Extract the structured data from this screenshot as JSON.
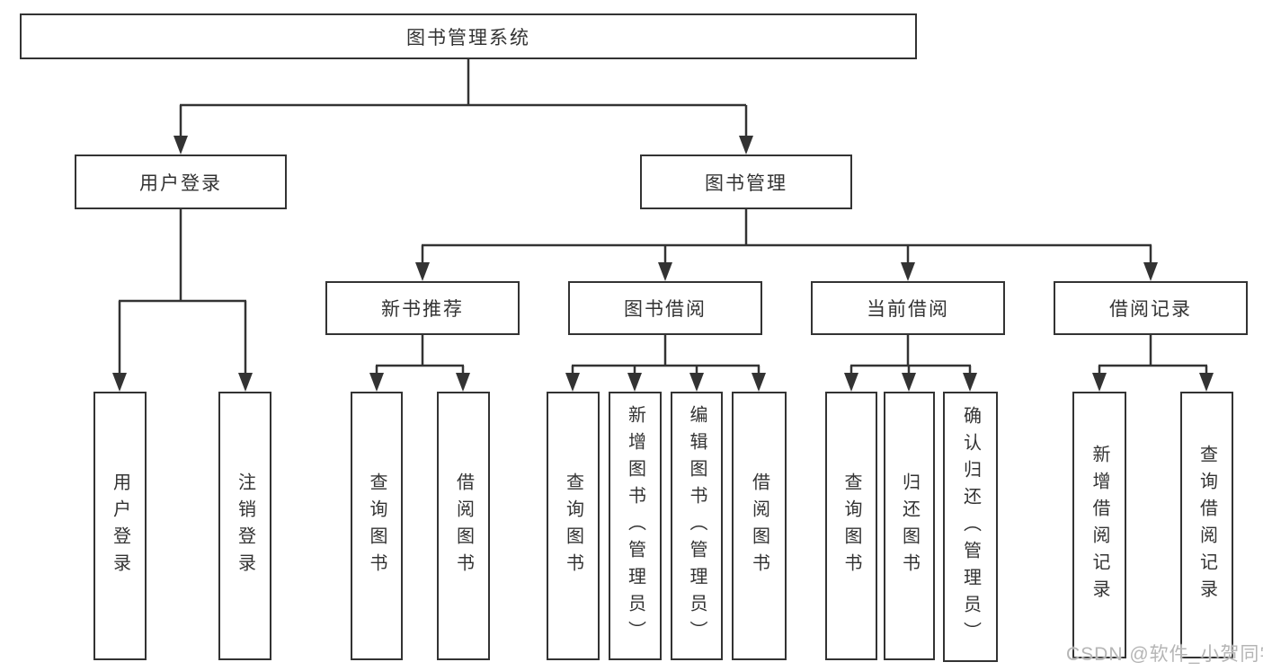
{
  "diagram": {
    "title": "图书管理系统",
    "tree": {
      "label": "图书管理系统",
      "children": [
        {
          "label": "用户登录",
          "children": [
            {
              "label": "用户登录"
            },
            {
              "label": "注销登录"
            }
          ]
        },
        {
          "label": "图书管理",
          "children": [
            {
              "label": "新书推荐",
              "children": [
                {
                  "label": "查询图书"
                },
                {
                  "label": "借阅图书"
                }
              ]
            },
            {
              "label": "图书借阅",
              "children": [
                {
                  "label": "查询图书"
                },
                {
                  "label": "新增图书（管理员）"
                },
                {
                  "label": "编辑图书（管理员）"
                },
                {
                  "label": "借阅图书"
                }
              ]
            },
            {
              "label": "当前借阅",
              "children": [
                {
                  "label": "查询图书"
                },
                {
                  "label": "归还图书"
                },
                {
                  "label": "确认归还（管理员）"
                }
              ]
            },
            {
              "label": "借阅记录",
              "children": [
                {
                  "label": "新增借阅记录"
                },
                {
                  "label": "查询借阅记录"
                }
              ]
            }
          ]
        }
      ]
    },
    "colors": {
      "line": "#333333",
      "box_border": "#333333",
      "text": "#333333",
      "background": "#ffffff",
      "watermark": "#b5b5b5"
    }
  },
  "watermark": {
    "text": "CSDN @软件_小贺同学"
  }
}
